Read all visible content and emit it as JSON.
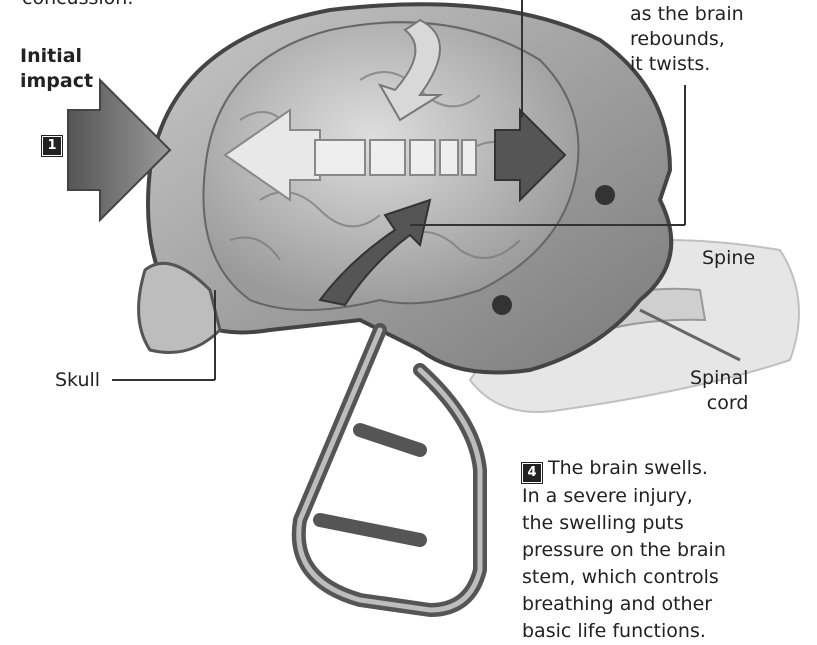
{
  "top_fragment": "concussion.",
  "initial_impact": {
    "line1": "Initial",
    "line2": "impact"
  },
  "step1_badge": "1",
  "rebound_caption": "as the brain\nrebounds,\nit twists.",
  "labels": {
    "spine": "Spine",
    "spinal_cord": "Spinal\ncord",
    "skull": "Skull"
  },
  "step4": {
    "badge": "4",
    "text": "The brain swells.\nIn a severe injury,\nthe swelling puts\npressure on the brain\nstem, which controls\nbreathing and other\nbasic life functions."
  }
}
